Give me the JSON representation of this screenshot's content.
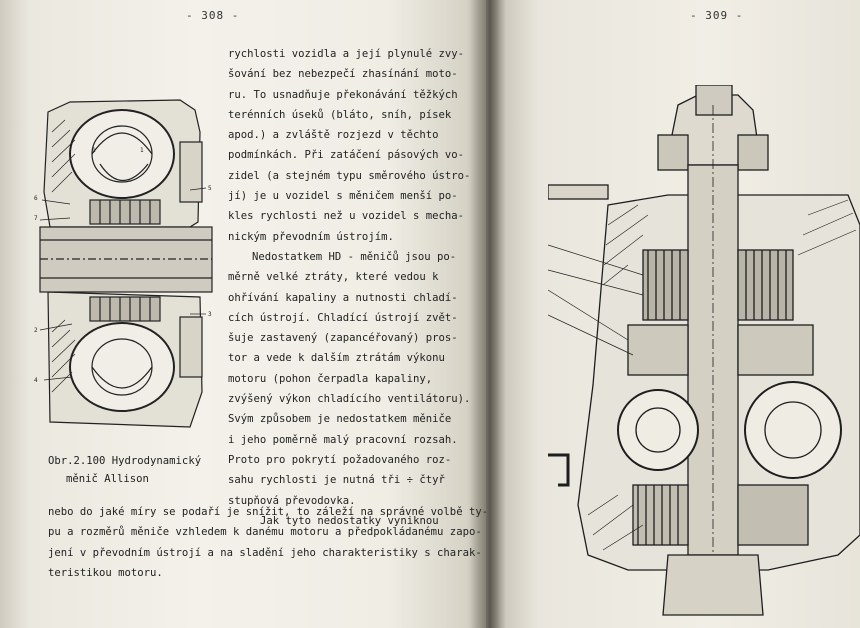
{
  "left_page": {
    "page_number": "- 308 -",
    "column_lines": [
      "rychlosti vozidla a její plynulé zvy-",
      "šování bez nebezpečí zhasínání moto-",
      "ru. To usnadňuje překonávání těžkých",
      "terénních úseků (bláto, sníh, písek",
      "apod.) a zvláště rozjezd v těchto",
      "podmínkách. Při zatáčení pásových vo-",
      "zidel (a stejném typu směrového ústro-",
      "jí) je u vozidel s měničem menší po-",
      "kles rychlosti než u vozidel s mecha-",
      "nickým převodním ústrojím.",
      "Nedostatkem HD - měničů jsou po-",
      "měrně velké ztráty, které vedou k",
      "ohřívání kapaliny a nutnosti chladí-",
      "cích ústrojí. Chladící ústrojí zvět-",
      "šuje zastavený (zapancéřovaný) pros-",
      "tor a vede k dalším ztrátám výkonu",
      "motoru (pohon čerpadla kapaliny,",
      "zvýšený výkon chladícího ventilátoru).",
      "Svým způsobem je nedostatkem měniče",
      "i jeho poměrně malý pracovní rozsah.",
      "Proto pro pokrytí požadovaného roz-",
      "sahu rychlosti je nutná tři ÷ čtyř",
      "stupňová převodovka.",
      "Jak tyto nedostatky vyniknou"
    ],
    "full_lines": [
      "nebo do jaké míry se podaří je snížit, to záleží na správné volbě ty-",
      "pu a rozměrů měniče vzhledem k danému motoru a předpokládanému zapo-",
      "jení v převodním ústrojí a na sladění jeho charakteristiky s charak-",
      "teristikou motoru."
    ],
    "caption": {
      "line1": "Obr.2.100 Hydrodynamický",
      "line2": "měnič Allison"
    },
    "figure_labels": [
      "6",
      "7",
      "5",
      "1",
      "2",
      "3",
      "4",
      "1"
    ]
  },
  "right_page": {
    "page_number": "- 309 -"
  }
}
